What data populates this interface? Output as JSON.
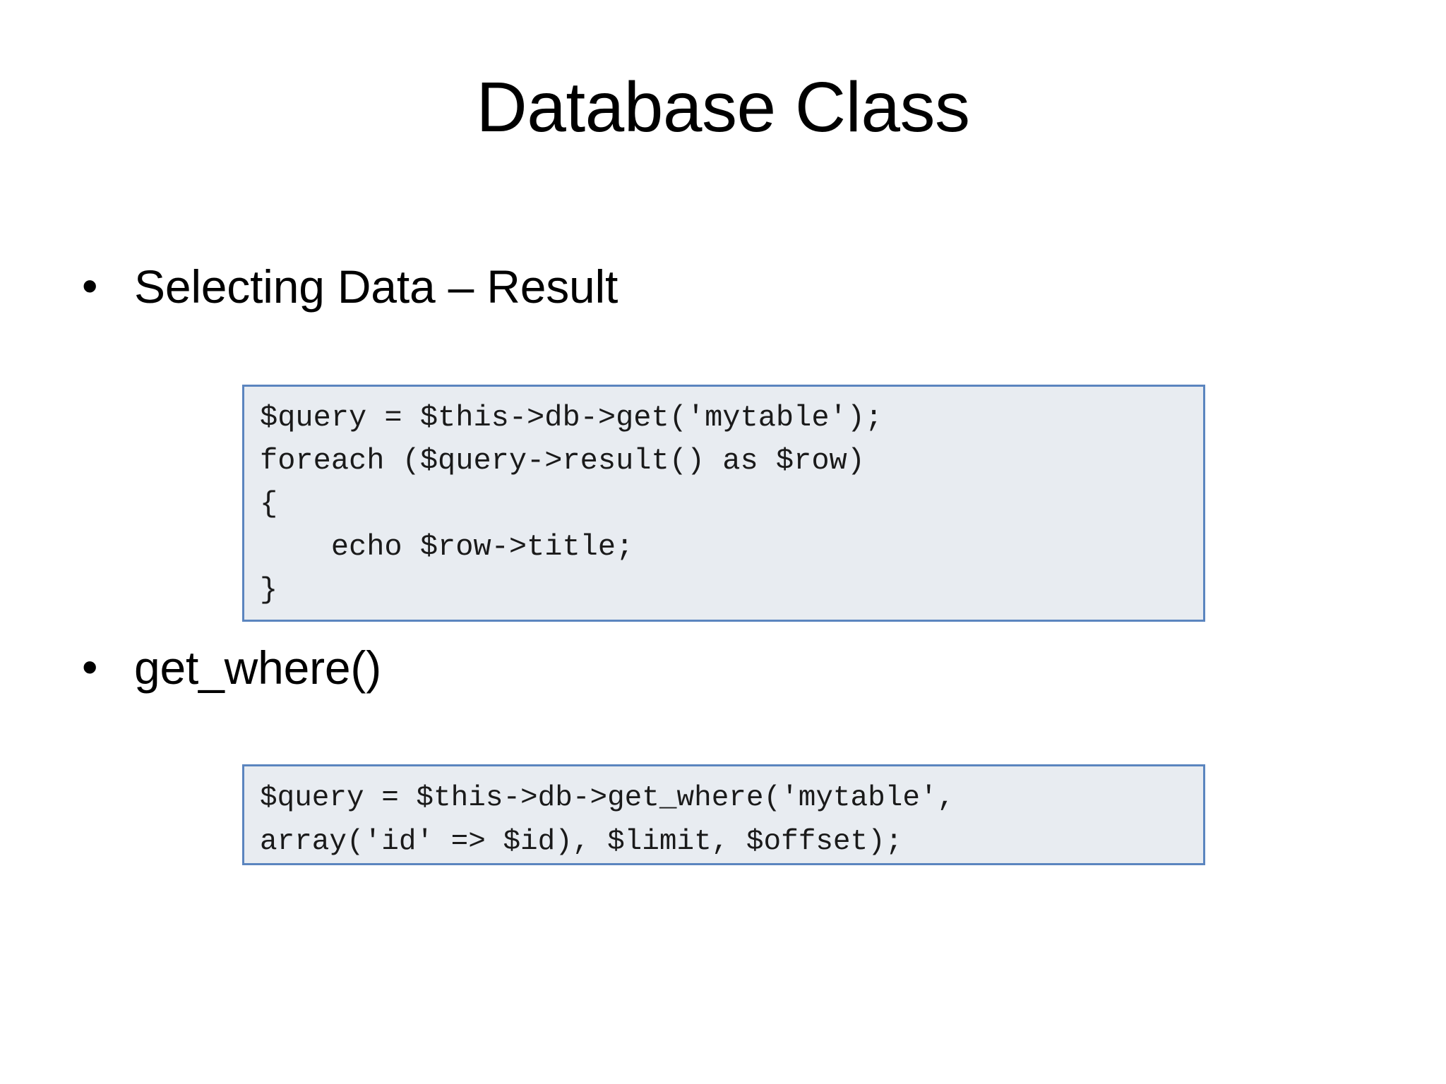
{
  "slide": {
    "title": "Database Class",
    "background_color": "#FFFFFF",
    "text_color": "#000000",
    "bullet_marker": "•",
    "bullets": [
      {
        "label": "Selecting Data – Result"
      },
      {
        "label": "get_where()"
      }
    ],
    "code_blocks": [
      {
        "name": "result-example",
        "background_color": "#E8ECF1",
        "border_color": "#5B85BF",
        "lines": [
          "$query = $this->db->get('mytable');",
          "foreach ($query->result() as $row)",
          "{",
          "    echo $row->title;",
          "}"
        ],
        "text": "$query = $this->db->get('mytable');\nforeach ($query->result() as $row)\n{\n    echo $row->title;\n}"
      },
      {
        "name": "get-where-example",
        "background_color": "#E8ECF1",
        "border_color": "#5B85BF",
        "lines": [
          "$query = $this->db->get_where('mytable',",
          "array('id' => $id), $limit, $offset);"
        ],
        "text": "$query = $this->db->get_where('mytable',\narray('id' => $id), $limit, $offset);"
      }
    ]
  }
}
